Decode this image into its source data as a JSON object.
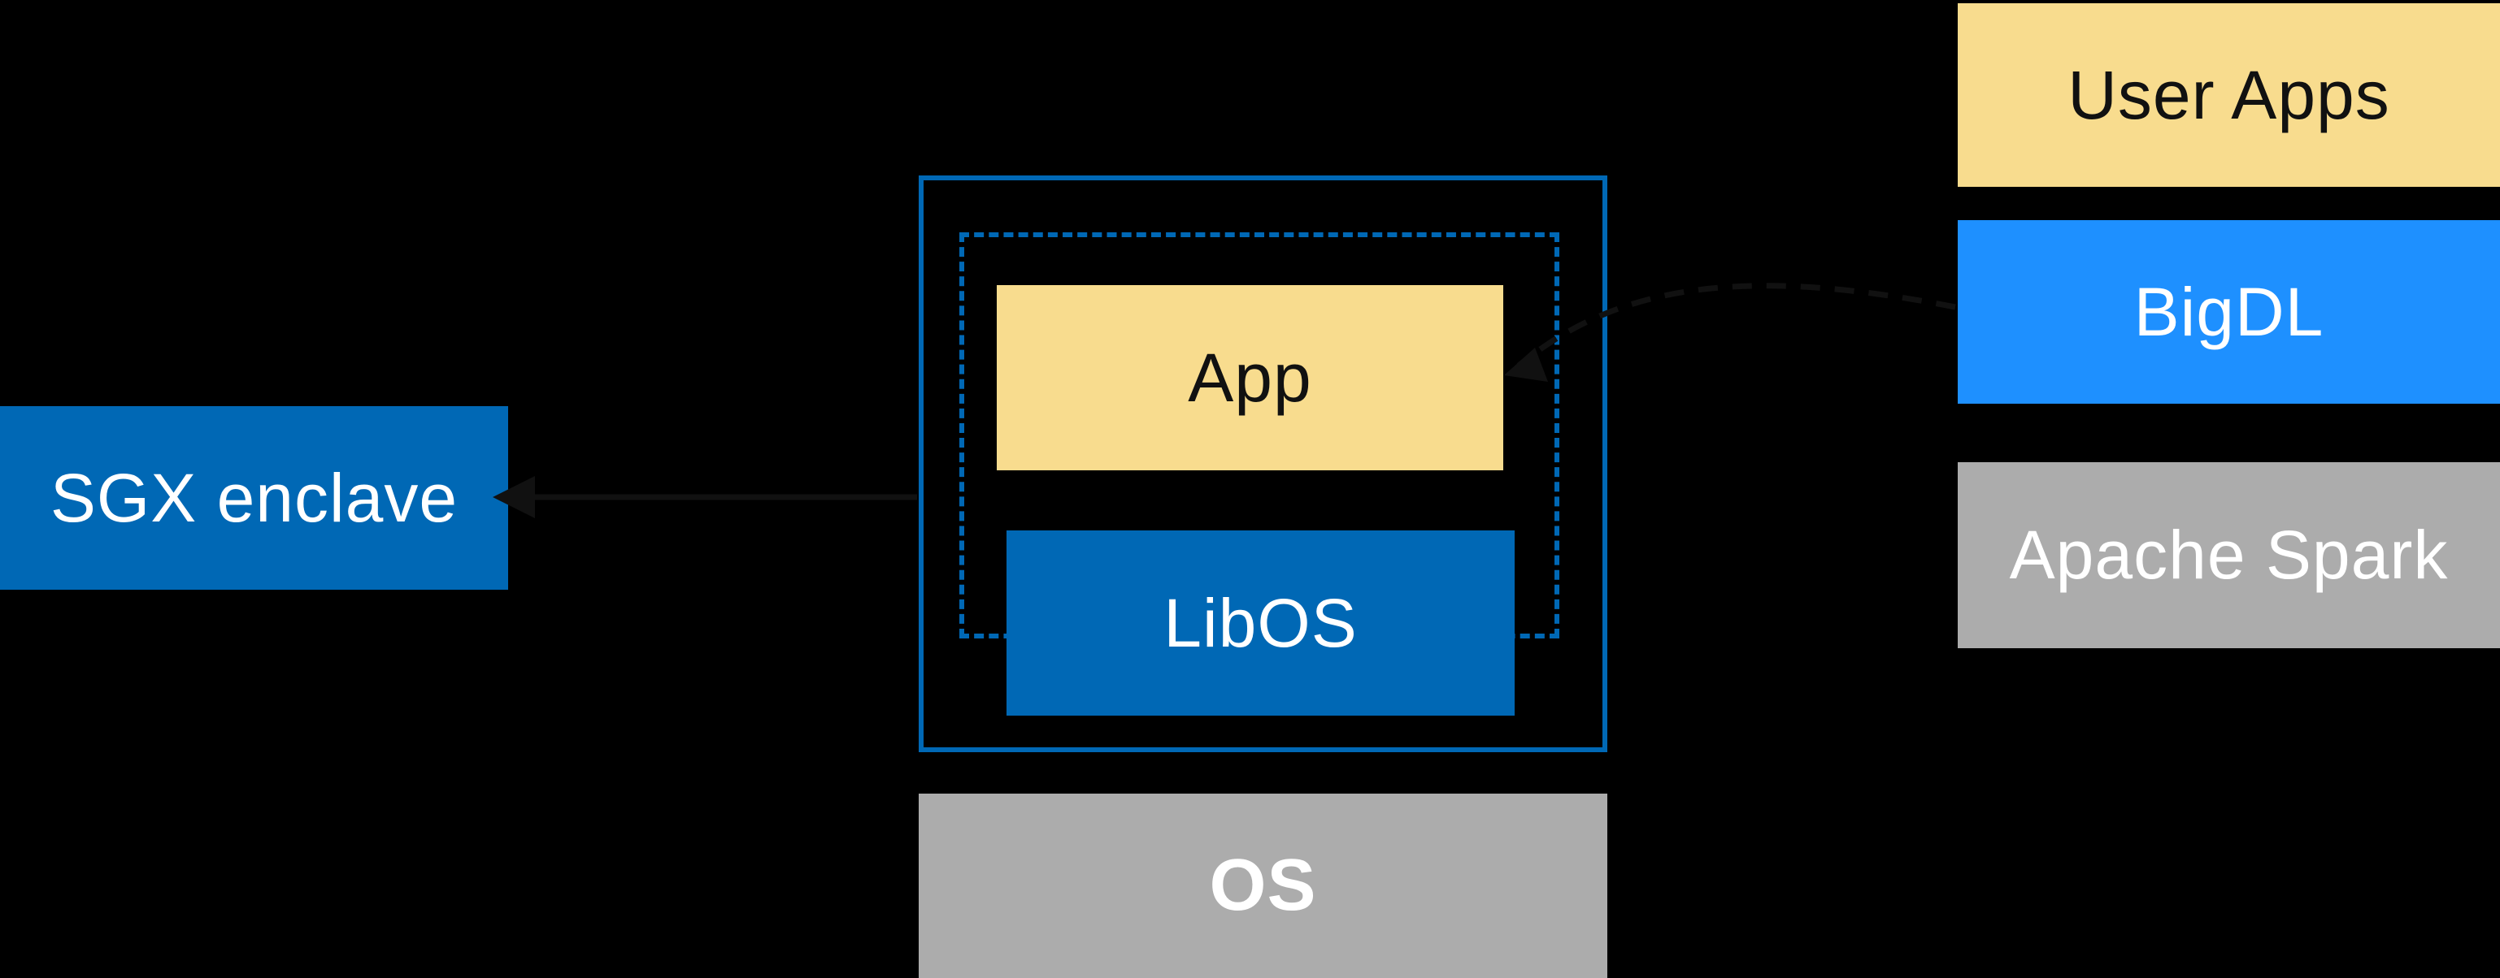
{
  "colors": {
    "background": "#000000",
    "intel_blue": "#0068B5",
    "bright_blue": "#1E90FF",
    "pale_yellow": "#F8DC8E",
    "gray": "#ACACAC",
    "outline_blue": "#0068B5",
    "text_dark": "#111111",
    "text_light": "#FFFFFF",
    "arrow_dark": "#111111"
  },
  "nodes": {
    "sgx_enclave": {
      "label": "SGX enclave"
    },
    "app": {
      "label": "App"
    },
    "libos": {
      "label": "LibOS"
    },
    "os": {
      "label": "OS"
    },
    "user_apps": {
      "label": "User Apps"
    },
    "bigdl": {
      "label": "BigDL"
    },
    "apache_spark": {
      "label": "Apache Spark"
    }
  }
}
